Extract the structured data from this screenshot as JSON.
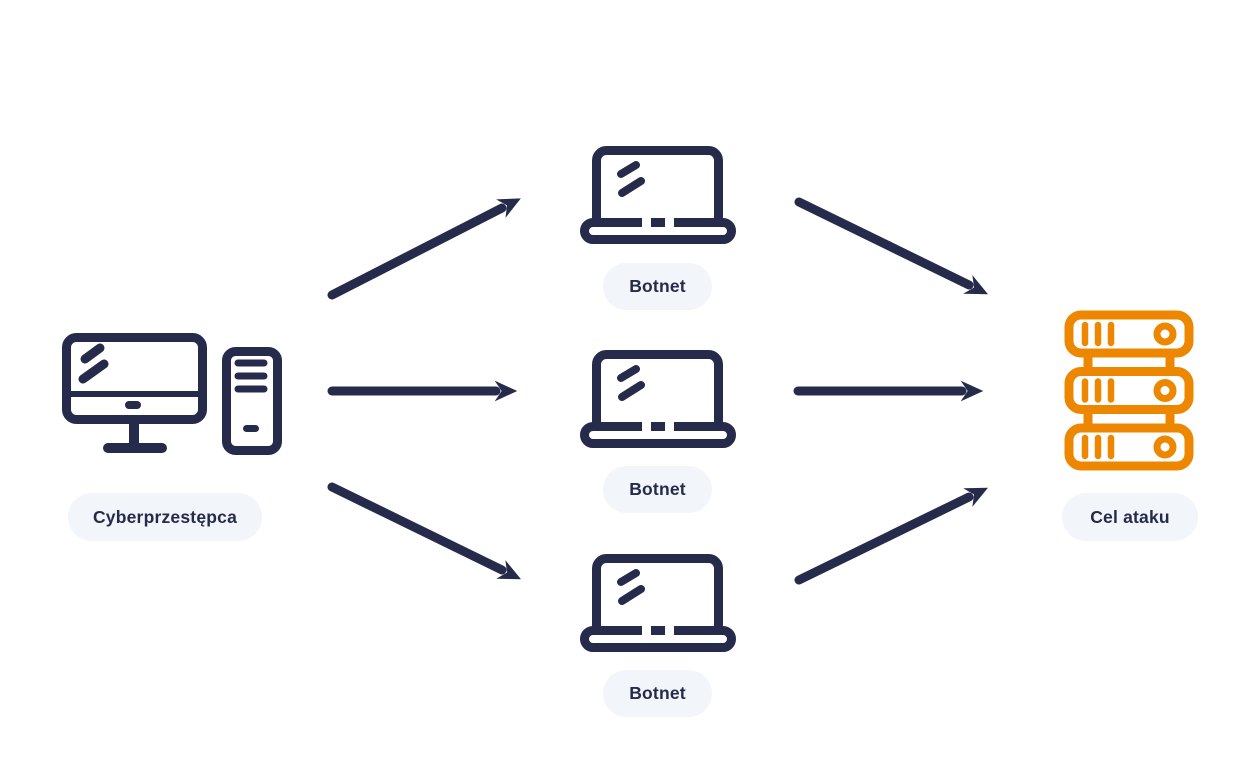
{
  "diagram": {
    "type": "ddos-attack-flow",
    "background": "#ffffff",
    "colors": {
      "primary_navy": "#262b4b",
      "accent_orange": "#ee8700",
      "label_pill_bg": "#f2f5f9"
    },
    "nodes": {
      "attacker": {
        "label": "Cyberprzestępca",
        "icon": "desktop-computer-icon",
        "color": "#262b4b"
      },
      "botnet_top": {
        "label": "Botnet",
        "icon": "laptop-icon",
        "color": "#262b4b"
      },
      "botnet_middle": {
        "label": "Botnet",
        "icon": "laptop-icon",
        "color": "#262b4b"
      },
      "botnet_bottom": {
        "label": "Botnet",
        "icon": "laptop-icon",
        "color": "#262b4b"
      },
      "target": {
        "label": "Cel ataku",
        "icon": "server-rack-icon",
        "color": "#ee8700"
      }
    },
    "edges": [
      {
        "from": "attacker",
        "to": "botnet_top"
      },
      {
        "from": "attacker",
        "to": "botnet_middle"
      },
      {
        "from": "attacker",
        "to": "botnet_bottom"
      },
      {
        "from": "botnet_top",
        "to": "target"
      },
      {
        "from": "botnet_middle",
        "to": "target"
      },
      {
        "from": "botnet_bottom",
        "to": "target"
      }
    ]
  }
}
